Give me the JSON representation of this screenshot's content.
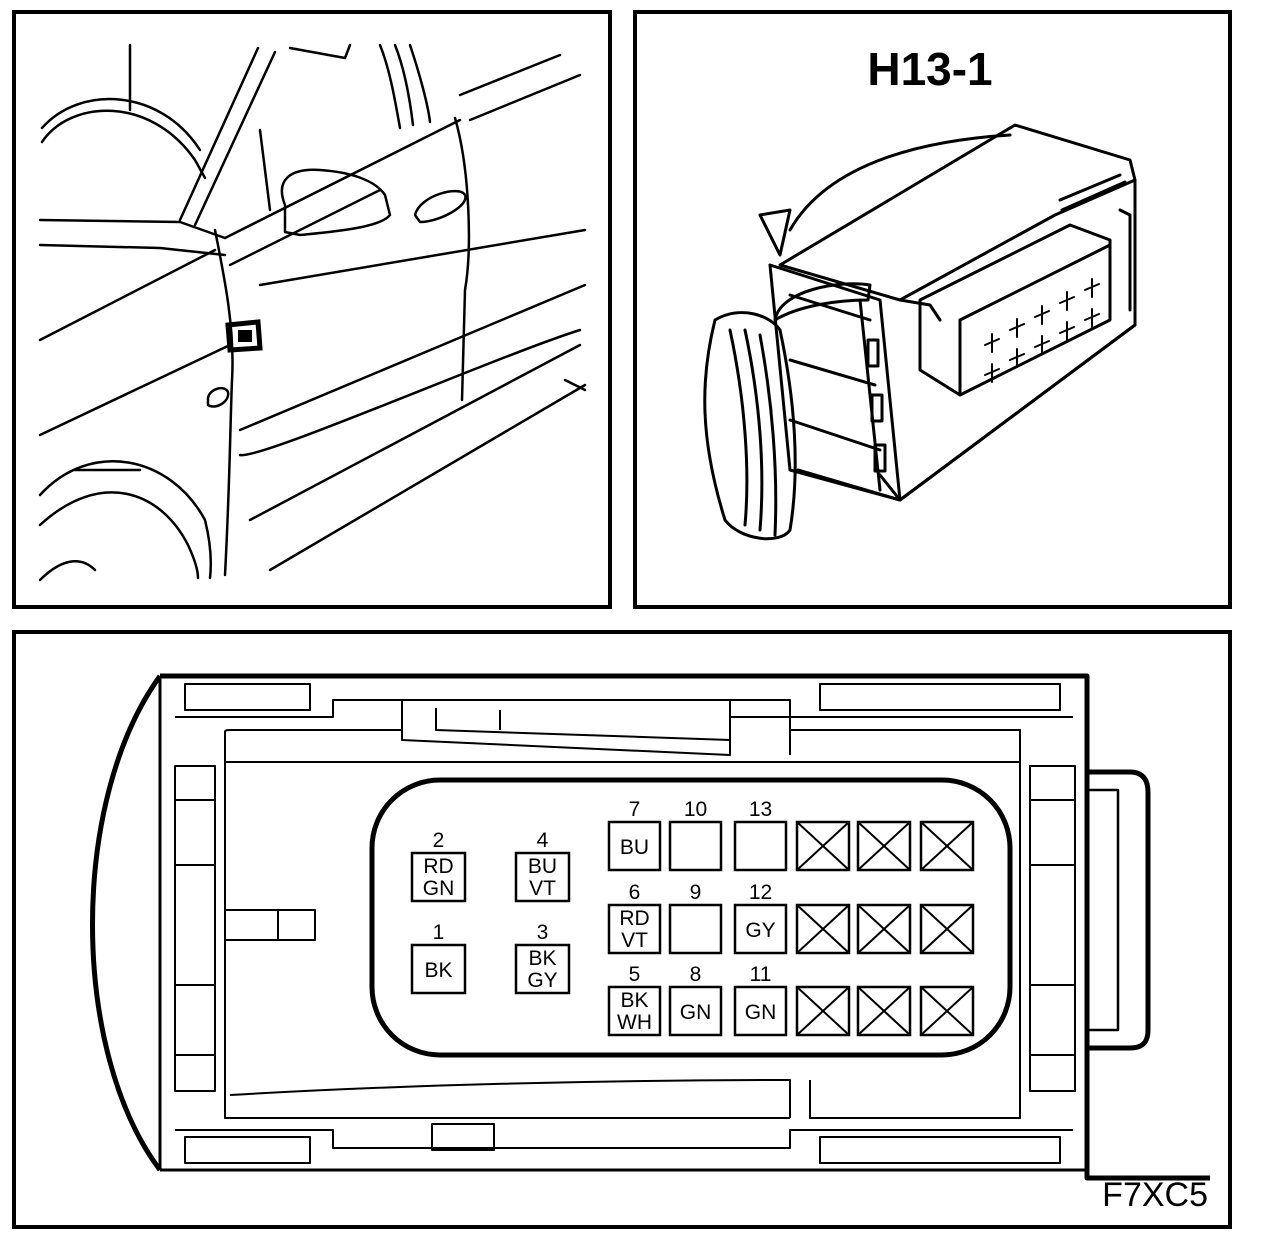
{
  "connector_id": "H13-1",
  "figure_code": "F7XC5",
  "line_color": "#000000",
  "background_color": "#ffffff",
  "pins": [
    {
      "num": "2",
      "wire": [
        "RD",
        "GN"
      ]
    },
    {
      "num": "4",
      "wire": [
        "BU",
        "VT"
      ]
    },
    {
      "num": "1",
      "wire": [
        "BK"
      ]
    },
    {
      "num": "3",
      "wire": [
        "BK",
        "GY"
      ]
    },
    {
      "num": "7",
      "wire": [
        "BU"
      ]
    },
    {
      "num": "10",
      "wire": []
    },
    {
      "num": "13",
      "wire": []
    },
    {
      "num": "6",
      "wire": [
        "RD",
        "VT"
      ]
    },
    {
      "num": "9",
      "wire": []
    },
    {
      "num": "12",
      "wire": [
        "GY"
      ]
    },
    {
      "num": "5",
      "wire": [
        "BK",
        "WH"
      ]
    },
    {
      "num": "8",
      "wire": [
        "GN"
      ]
    },
    {
      "num": "11",
      "wire": [
        "GN"
      ]
    }
  ],
  "blocked_cavity_count": 9,
  "blocked_cavity_icon": "x-box-icon"
}
